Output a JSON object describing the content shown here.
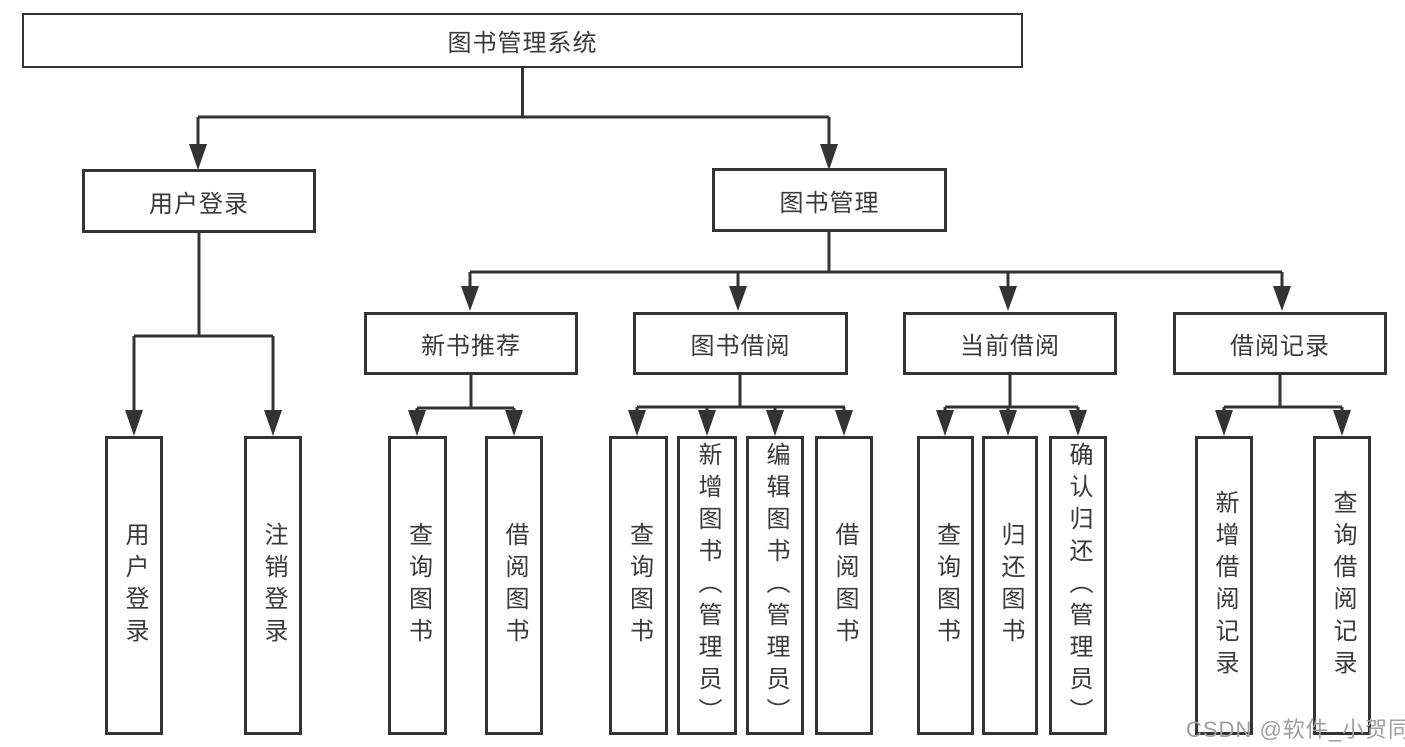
{
  "diagram": {
    "root": {
      "label": "图书管理系统"
    },
    "level2": [
      {
        "label": "用户登录"
      },
      {
        "label": "图书管理"
      }
    ],
    "level3": [
      {
        "label": "新书推荐"
      },
      {
        "label": "图书借阅"
      },
      {
        "label": "当前借阅"
      },
      {
        "label": "借阅记录"
      }
    ],
    "leaves": [
      {
        "label": "用户登录"
      },
      {
        "label": "注销登录"
      },
      {
        "label": "查询图书"
      },
      {
        "label": "借阅图书"
      },
      {
        "label": "查询图书"
      },
      {
        "label": "新增图书（管理员）"
      },
      {
        "label": "编辑图书（管理员）"
      },
      {
        "label": "借阅图书"
      },
      {
        "label": "查询图书"
      },
      {
        "label": "归还图书"
      },
      {
        "label": "确认归还（管理员）"
      },
      {
        "label": "新增借阅记录"
      },
      {
        "label": "查询借阅记录"
      }
    ]
  },
  "watermark": "CSDN @软件_小贺同学",
  "colors": {
    "line": "#333333",
    "text": "#3a3a3a",
    "watermark": "#9e9e9e",
    "background": "#ffffff"
  }
}
